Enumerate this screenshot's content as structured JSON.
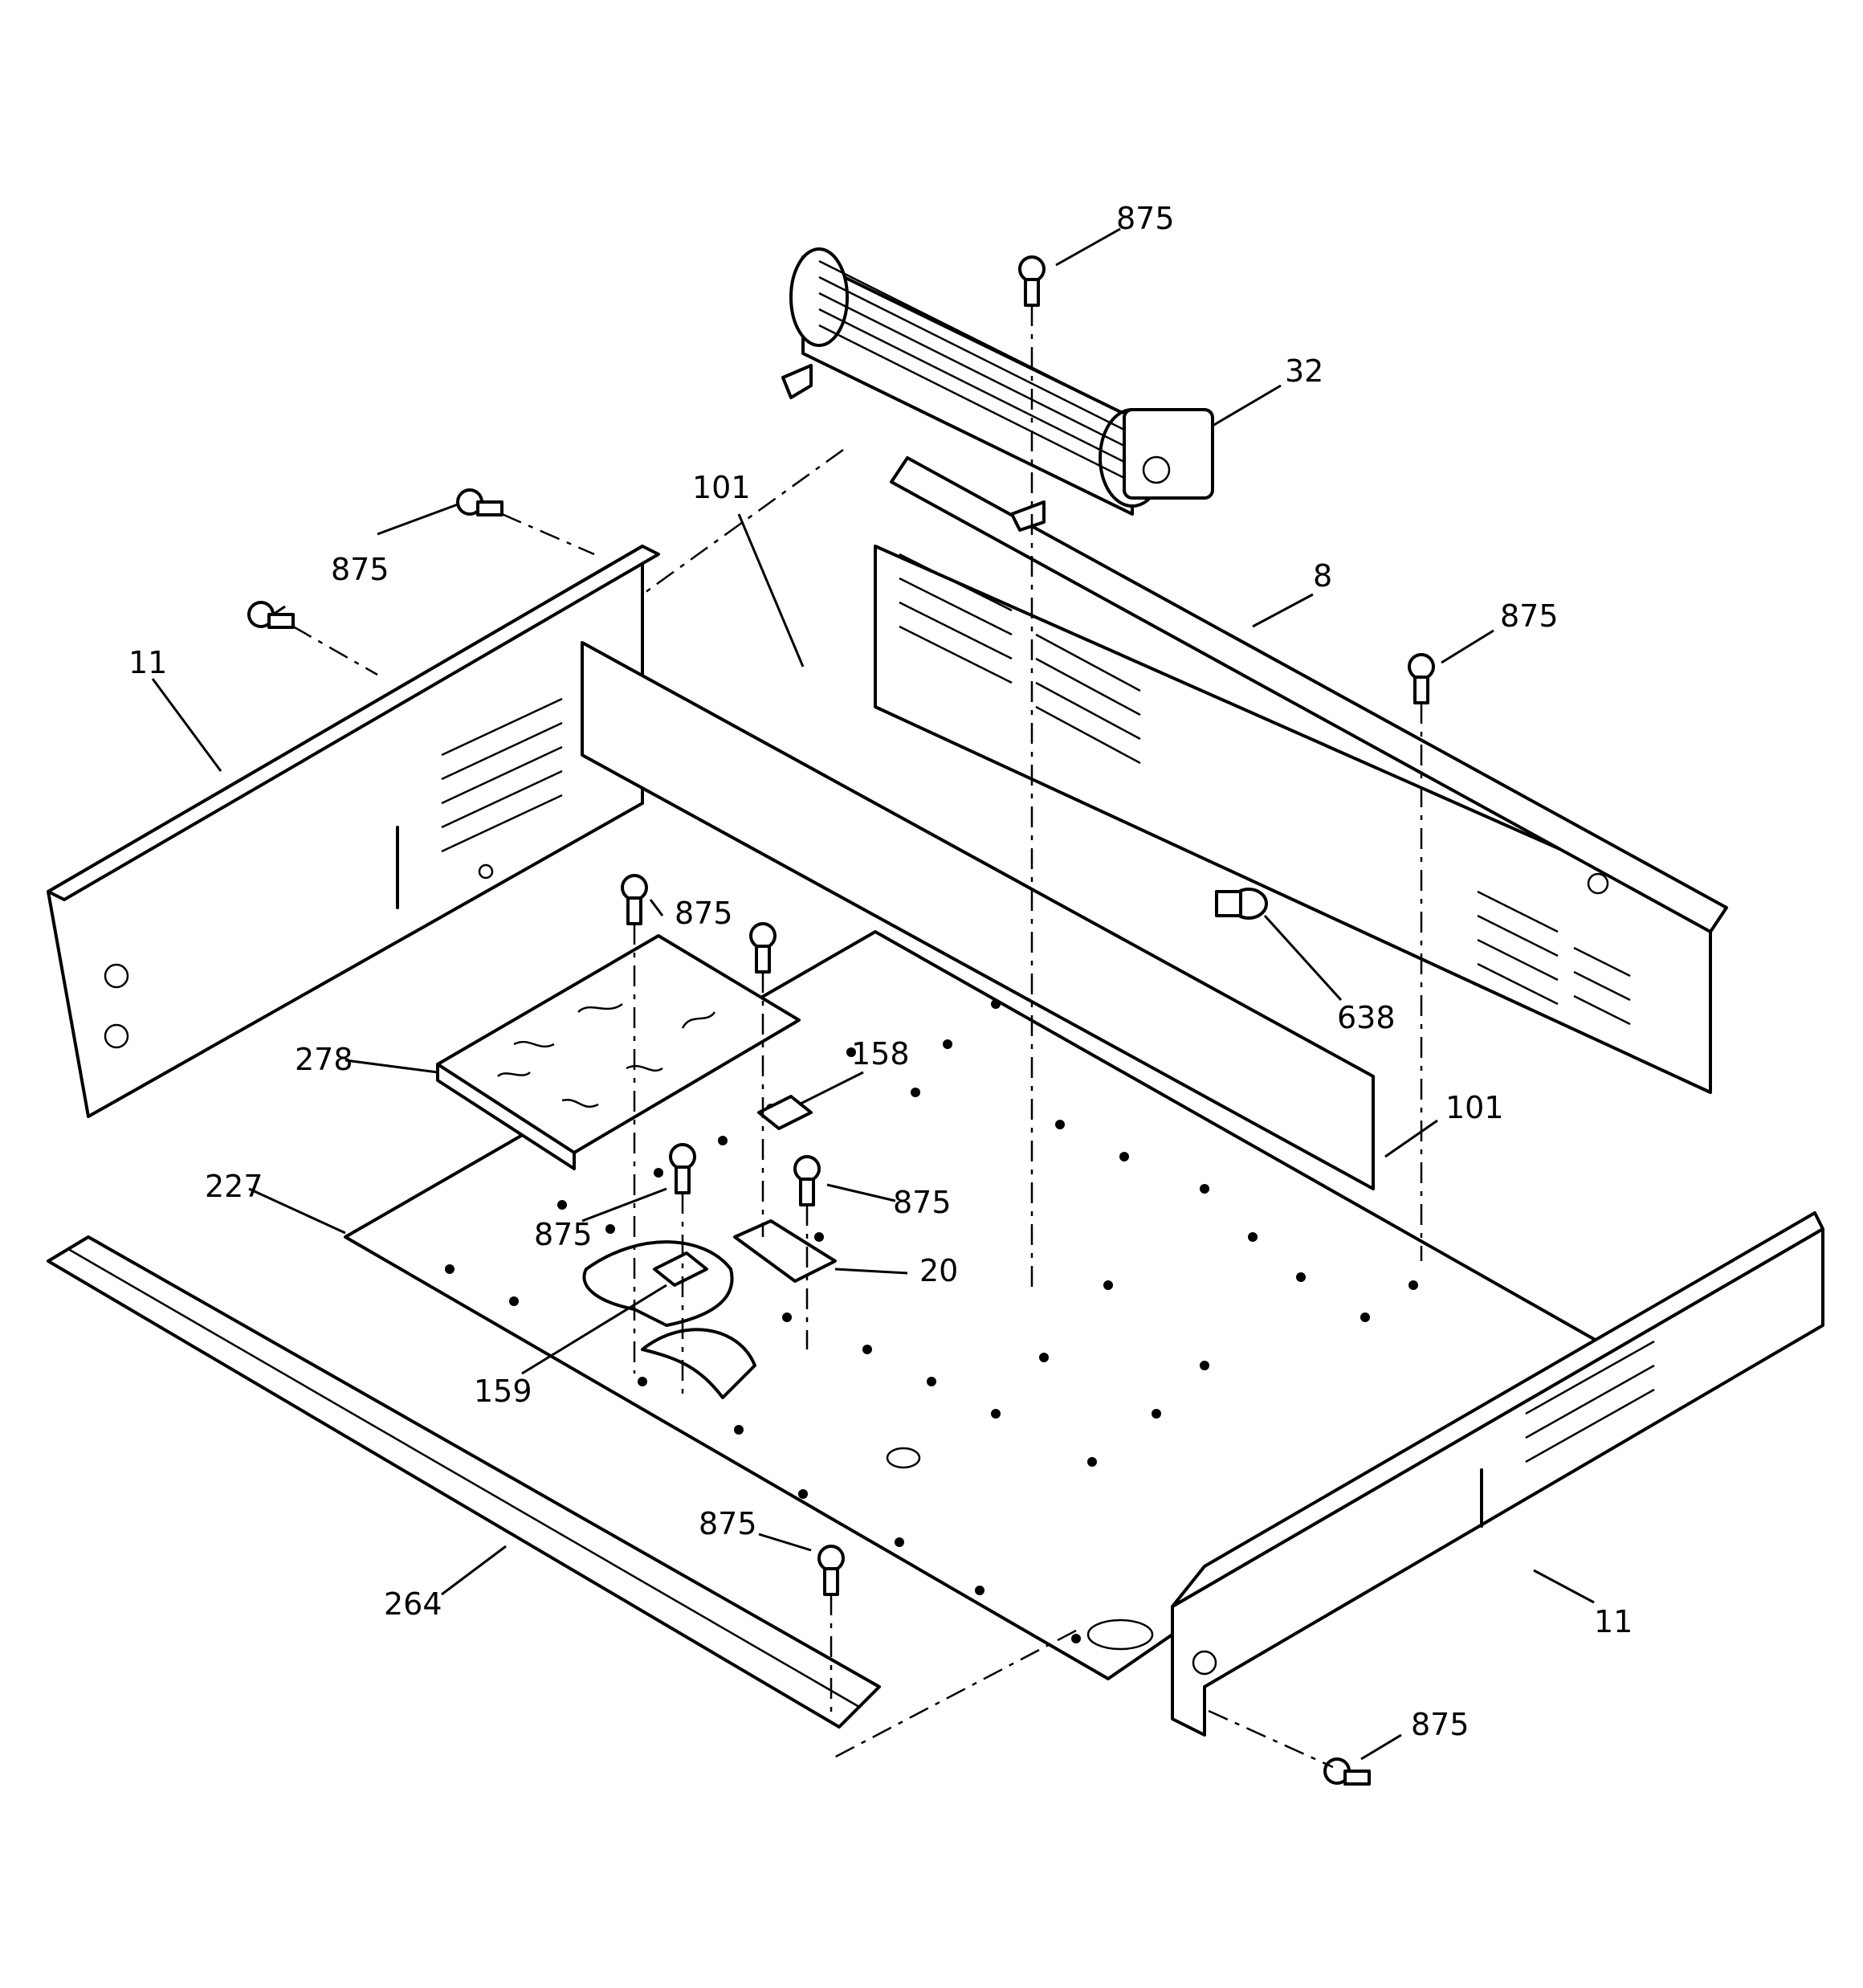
{
  "callouts": {
    "c875_top": "875",
    "c32": "32",
    "c101_top": "101",
    "c875_left": "875",
    "c8": "8",
    "c875_right": "875",
    "c11_left": "11",
    "c875_mid": "875",
    "c638": "638",
    "c278": "278",
    "c158": "158",
    "c101_right": "101",
    "c227": "227",
    "c875_center": "875",
    "c875_lower": "875",
    "c20": "20",
    "c159": "159",
    "c875_bottom": "875",
    "c264": "264",
    "c11_right": "11",
    "c875_br": "875"
  }
}
